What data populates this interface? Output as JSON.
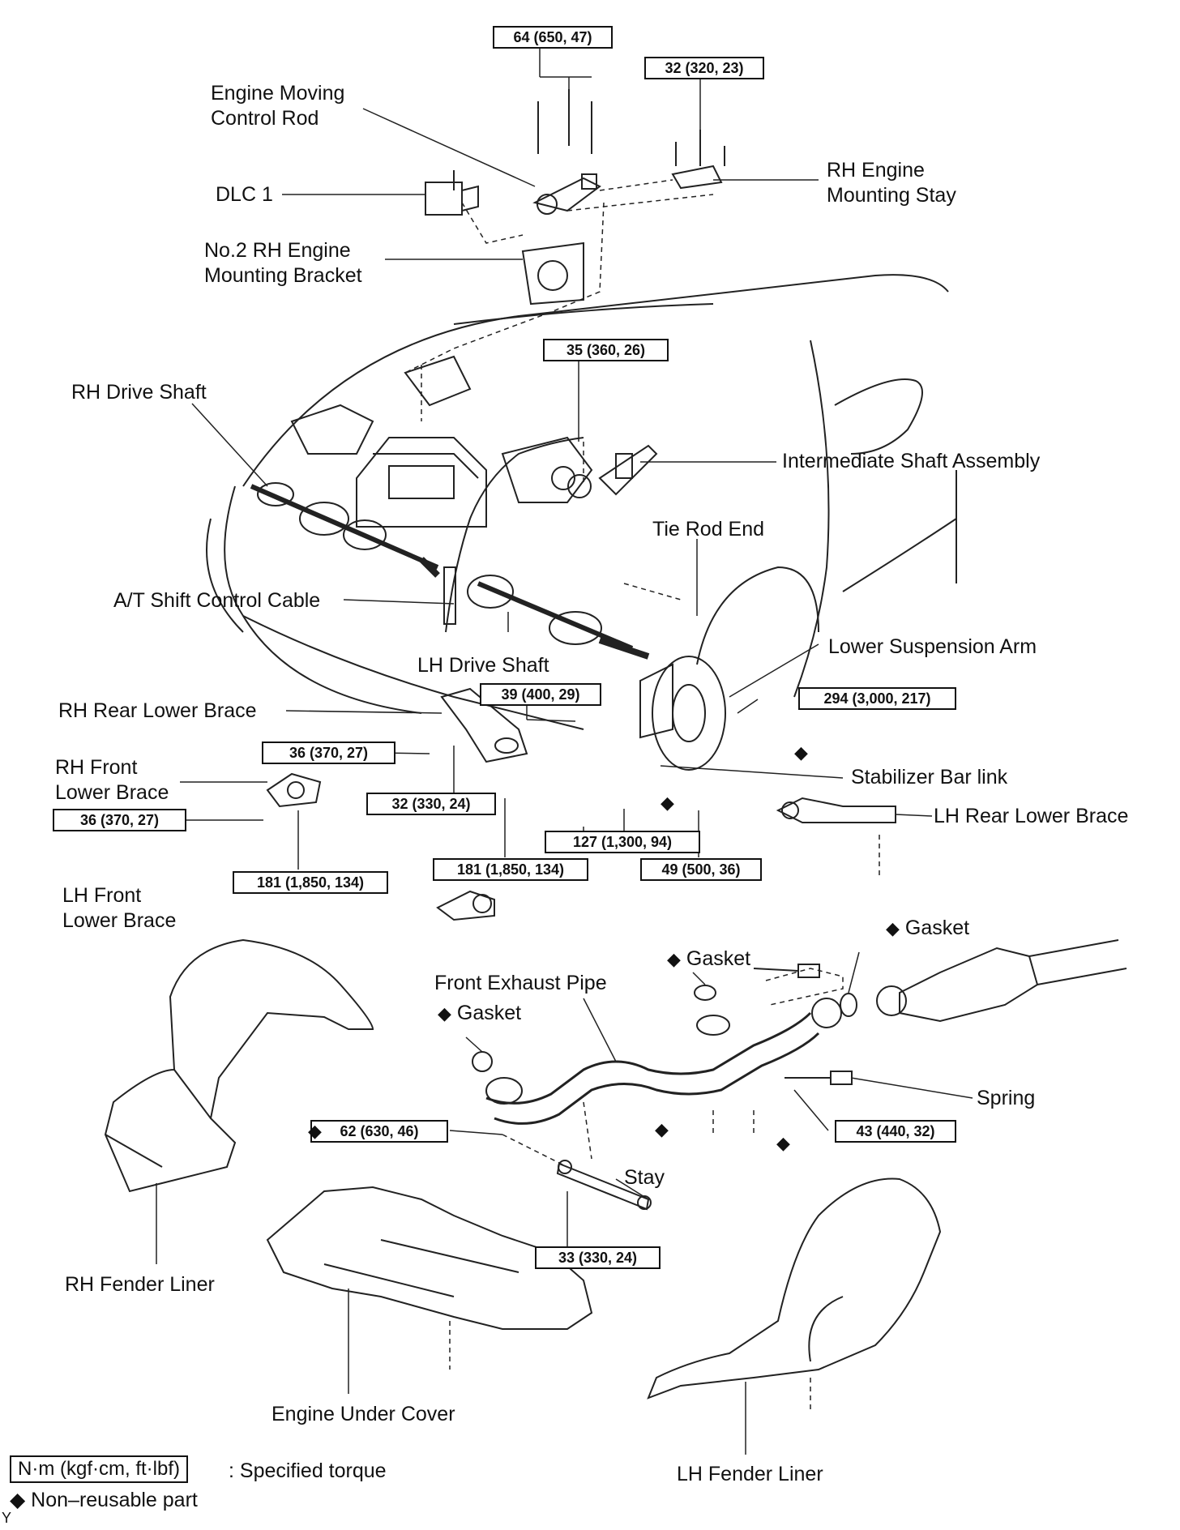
{
  "labels": {
    "engine_moving_control_rod_1": "Engine Moving",
    "engine_moving_control_rod_2": "Control Rod",
    "dlc1": "DLC 1",
    "no2_rh_bracket_1": "No.2 RH Engine",
    "no2_rh_bracket_2": "Mounting Bracket",
    "rh_stay_1": "RH Engine",
    "rh_stay_2": "Mounting Stay",
    "rh_drive_shaft": "RH Drive Shaft",
    "intermediate_shaft": "Intermediate Shaft Assembly",
    "tie_rod_end": "Tie Rod End",
    "at_shift_cable": "A/T Shift Control Cable",
    "lh_drive_shaft": "LH Drive Shaft",
    "lower_suspension_arm": "Lower Suspension Arm",
    "rh_rear_lower_brace": "RH Rear Lower Brace",
    "rh_front_lower_brace_1": "RH Front",
    "rh_front_lower_brace_2": "Lower Brace",
    "stabilizer_bar_link": "Stabilizer Bar link",
    "lh_rear_lower_brace": "LH Rear Lower Brace",
    "lh_front_lower_brace_1": "LH Front",
    "lh_front_lower_brace_2": "Lower Brace",
    "gasket_right": "Gasket",
    "gasket_mid": "Gasket",
    "gasket_left": "Gasket",
    "front_exhaust_pipe": "Front Exhaust Pipe",
    "spring": "Spring",
    "stay": "Stay",
    "rh_fender_liner": "RH Fender Liner",
    "engine_under_cover": "Engine Under Cover",
    "lh_fender_liner": "LH Fender Liner"
  },
  "torques": {
    "t64": "64 (650, 47)",
    "t32a": "32 (320, 23)",
    "t35": "35 (360, 26)",
    "t39": "39 (400, 29)",
    "t294": "294 (3,000, 217)",
    "t36a": "36 (370, 27)",
    "t32b": "32 (330, 24)",
    "t36b": "36 (370, 27)",
    "t127": "127 (1,300, 94)",
    "t181a": "181 (1,850, 134)",
    "t181b": "181 (1,850, 134)",
    "t49": "49 (500, 36)",
    "t62": "62 (630, 46)",
    "t43": "43 (440, 32)",
    "t33": "33 (330, 24)"
  },
  "legend": {
    "unit_box": "N·m (kgf·cm, ft·lbf)",
    "unit_text": ": Specified torque",
    "nonreusable": "◆ Non–reusable part",
    "corner_mark": "Y"
  },
  "symbols": {
    "diamond": "◆"
  }
}
